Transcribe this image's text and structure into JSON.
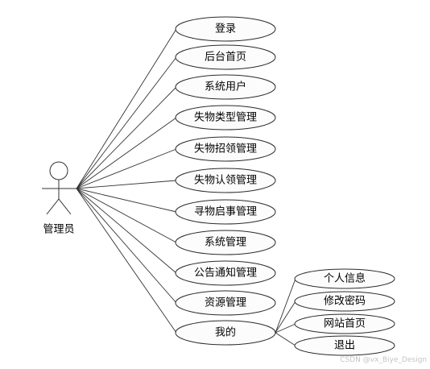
{
  "actor": {
    "label": "管理员"
  },
  "use_cases": [
    {
      "label": "登录"
    },
    {
      "label": "后台首页"
    },
    {
      "label": "系统用户"
    },
    {
      "label": "失物类型管理"
    },
    {
      "label": "失物招领管理"
    },
    {
      "label": "失物认领管理"
    },
    {
      "label": "寻物启事管理"
    },
    {
      "label": "系统管理"
    },
    {
      "label": "公告通知管理"
    },
    {
      "label": "资源管理"
    },
    {
      "label": "我的"
    }
  ],
  "sub_use_cases": [
    {
      "label": "个人信息"
    },
    {
      "label": "修改密码"
    },
    {
      "label": "网站首页"
    },
    {
      "label": "退出"
    }
  ],
  "watermark": {
    "text": "CSDN @vx_Biye_Design"
  }
}
